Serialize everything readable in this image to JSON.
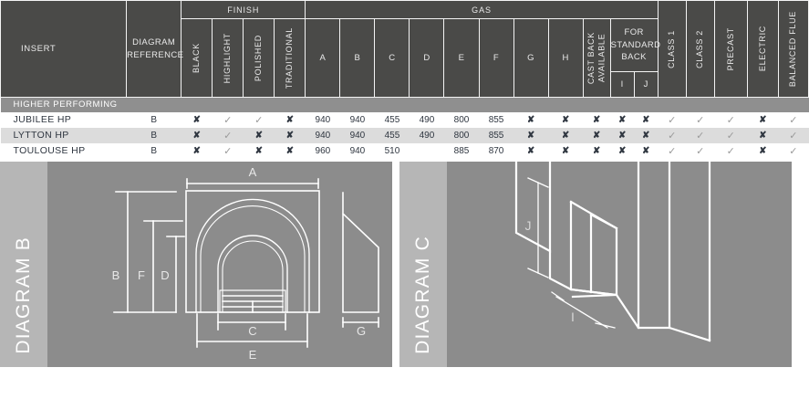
{
  "table": {
    "headers": {
      "insert": "INSERT",
      "diagram_reference": "DIAGRAM REFERENCE",
      "diagram_reference_l1": "DIAGRAM",
      "diagram_reference_l2": "REFERENCE",
      "finish_group": "FINISH",
      "gas_group": "GAS",
      "finish_cols": [
        "BLACK",
        "HIGHLIGHT",
        "POLISHED",
        "TRADITIONAL"
      ],
      "gas_cols": [
        "A",
        "B",
        "C",
        "D",
        "E",
        "F",
        "G",
        "H"
      ],
      "cast_back_available": "CAST BACK AVAILABLE",
      "for_standard_back": "FOR STANDARD BACK",
      "for_standard_back_l1": "FOR",
      "for_standard_back_l2": "STANDARD",
      "for_standard_back_l3": "BACK",
      "standard_back_cols": [
        "I",
        "J"
      ],
      "class_1": "CLASS 1",
      "class_2": "CLASS 2",
      "precast": "PRECAST",
      "electric": "ELECTRIC",
      "balanced_flue": "BALANCED FLUE"
    },
    "banner": "HIGHER PERFORMING",
    "rows": [
      {
        "name": "JUBILEE HP",
        "diagram": "B",
        "finish": [
          "x",
          "tick",
          "tick",
          "x"
        ],
        "gas": [
          "940",
          "940",
          "455",
          "490",
          "800",
          "855",
          "x",
          "x"
        ],
        "cast_back": "x",
        "standard_back": [
          "x",
          "x"
        ],
        "class1": "tick",
        "class2": "tick",
        "precast": "tick",
        "electric": "x",
        "balanced_flue": "tick"
      },
      {
        "name": "LYTTON HP",
        "diagram": "B",
        "finish": [
          "x",
          "tick",
          "x",
          "x"
        ],
        "gas": [
          "940",
          "940",
          "455",
          "490",
          "800",
          "855",
          "x",
          "x"
        ],
        "cast_back": "x",
        "standard_back": [
          "x",
          "x"
        ],
        "class1": "tick",
        "class2": "tick",
        "precast": "tick",
        "electric": "x",
        "balanced_flue": "tick"
      },
      {
        "name": "TOULOUSE HP",
        "diagram": "B",
        "finish": [
          "x",
          "tick",
          "x",
          "x"
        ],
        "gas": [
          "960",
          "940",
          "510",
          "",
          "885",
          "870",
          "x",
          "x"
        ],
        "cast_back": "x",
        "standard_back": [
          "x",
          "x"
        ],
        "class1": "tick",
        "class2": "tick",
        "precast": "tick",
        "electric": "x",
        "balanced_flue": "tick"
      }
    ]
  },
  "diagrams": [
    {
      "label": "DIAGRAM B",
      "dimension_labels": [
        "A",
        "B",
        "F",
        "D",
        "C",
        "E",
        "G"
      ]
    },
    {
      "label": "DIAGRAM C",
      "dimension_labels": [
        "J",
        "I"
      ]
    }
  ],
  "colors": {
    "header_bg": "#4a4a48",
    "banner_bg": "#8f8f8f",
    "alt_row_bg": "#dcdcdc",
    "panel_bg": "#8c8c8c",
    "panel_label_bg": "#b6b6b6",
    "text": "#2f3640"
  }
}
